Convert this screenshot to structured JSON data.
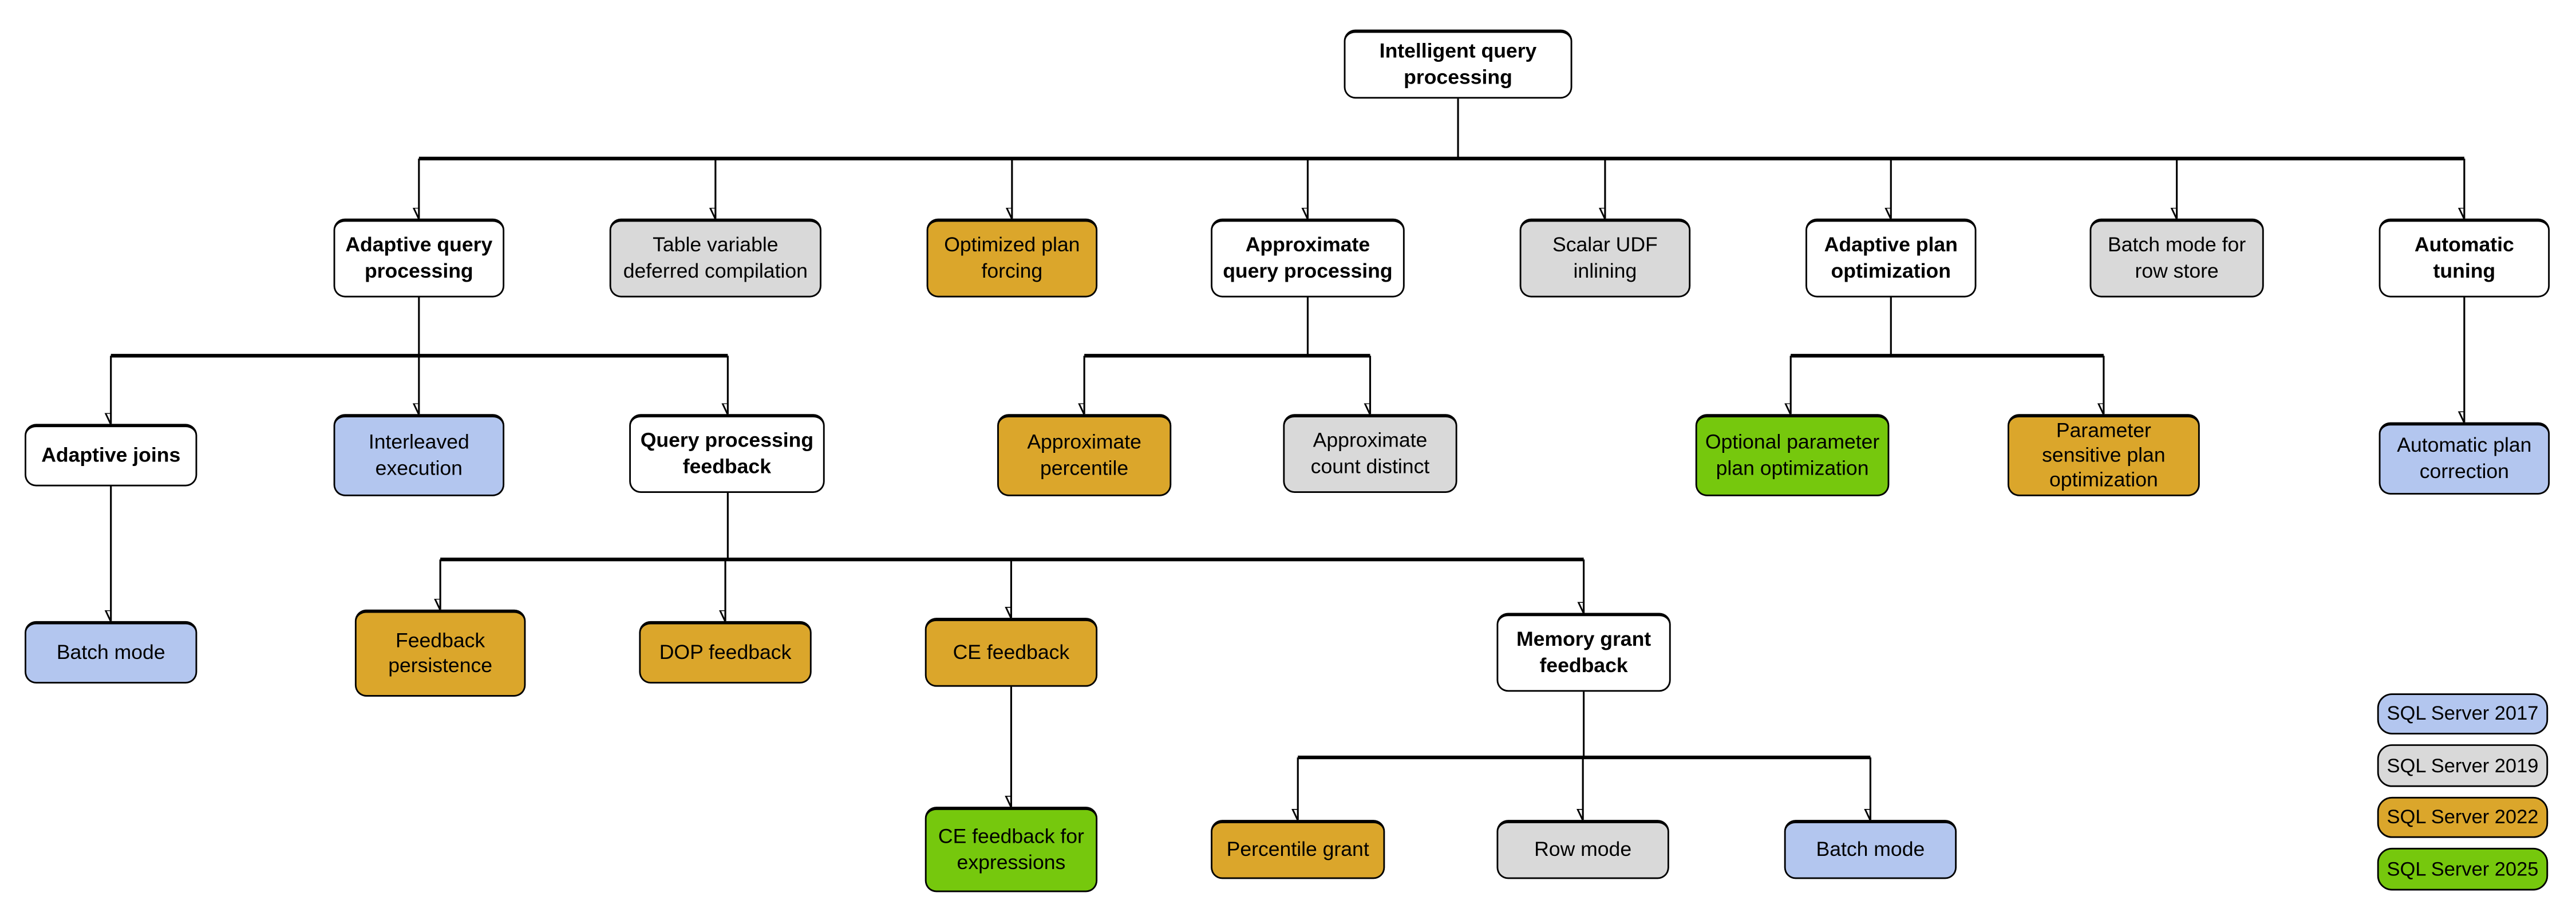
{
  "diagram_title": "Intelligent query processing",
  "category_colors": {
    "none": {
      "fill": "#FFFFFF"
    },
    "2017": {
      "fill": "#B3C6EF"
    },
    "2019": {
      "fill": "#D9D9D9"
    },
    "2022": {
      "fill": "#DBA62B"
    },
    "2025": {
      "fill": "#76C80D"
    }
  },
  "legend": {
    "items": [
      {
        "category": "2017",
        "label": "SQL Server 2017"
      },
      {
        "category": "2019",
        "label": "SQL Server 2019"
      },
      {
        "category": "2022",
        "label": "SQL Server 2022"
      },
      {
        "category": "2025",
        "label": "SQL Server 2025"
      }
    ]
  },
  "nodes": {
    "root": {
      "label": "Intelligent query processing",
      "category": "none"
    },
    "adaptive_query_processing": {
      "label": "Adaptive query processing",
      "category": "none"
    },
    "table_variable_deferred_compilation": {
      "label": "Table variable deferred compilation",
      "category": "2019"
    },
    "optimized_plan_forcing": {
      "label": "Optimized plan forcing",
      "category": "2022"
    },
    "approximate_query_processing": {
      "label": "Approximate query processing",
      "category": "none"
    },
    "scalar_udf_inlining": {
      "label": "Scalar UDF inlining",
      "category": "2019"
    },
    "adaptive_plan_optimization": {
      "label": "Adaptive plan optimization",
      "category": "none"
    },
    "batch_mode_for_row_store": {
      "label": "Batch mode for row store",
      "category": "2019"
    },
    "automatic_tuning": {
      "label": "Automatic tuning",
      "category": "none"
    },
    "adaptive_joins": {
      "label": "Adaptive joins",
      "category": "none"
    },
    "interleaved_execution": {
      "label": "Interleaved execution",
      "category": "2017"
    },
    "query_processing_feedback": {
      "label": "Query processing feedback",
      "category": "none"
    },
    "approximate_percentile": {
      "label": "Approximate percentile",
      "category": "2022"
    },
    "approximate_count_distinct": {
      "label": "Approximate count distinct",
      "category": "2019"
    },
    "optional_parameter_plan_optimization": {
      "label": "Optional parameter plan optimization",
      "category": "2025"
    },
    "parameter_sensitive_plan_optimization": {
      "label": "Parameter sensitive plan optimization",
      "category": "2022"
    },
    "automatic_plan_correction": {
      "label": "Automatic plan correction",
      "category": "2017"
    },
    "batch_mode_adaptive_joins": {
      "label": "Batch mode",
      "category": "2017"
    },
    "feedback_persistence": {
      "label": "Feedback persistence",
      "category": "2022"
    },
    "dop_feedback": {
      "label": "DOP feedback",
      "category": "2022"
    },
    "ce_feedback": {
      "label": "CE feedback",
      "category": "2022"
    },
    "memory_grant_feedback": {
      "label": "Memory grant feedback",
      "category": "none"
    },
    "ce_feedback_for_expressions": {
      "label": "CE feedback for expressions",
      "category": "2025"
    },
    "percentile_grant": {
      "label": "Percentile grant",
      "category": "2022"
    },
    "row_mode": {
      "label": "Row mode",
      "category": "2019"
    },
    "batch_mode_memory_grant": {
      "label": "Batch mode",
      "category": "2017"
    }
  }
}
